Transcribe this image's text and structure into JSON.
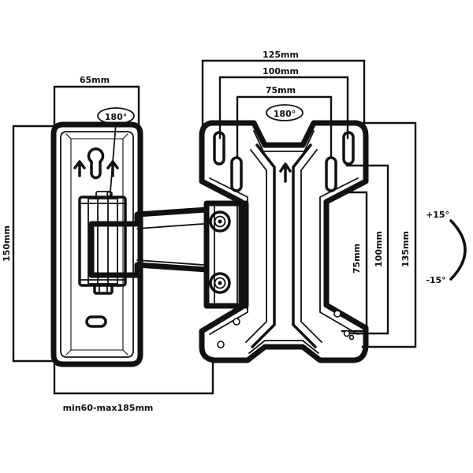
{
  "labels": {
    "wall_width": "65mm",
    "wall_height": "150mm",
    "extension": "min60-max185mm",
    "wall_rotation": "180°",
    "plate_rotation": "180°",
    "vesa_h_outer": "125mm",
    "vesa_h_mid": "100mm",
    "vesa_h_inner": "75mm",
    "vesa_v_inner": "75mm",
    "vesa_v_mid": "100mm",
    "vesa_v_outer": "135mm",
    "tilt_up": "+15°",
    "tilt_down": "-15°"
  },
  "colors": {
    "ink": "#111111",
    "background": "#ffffff"
  }
}
